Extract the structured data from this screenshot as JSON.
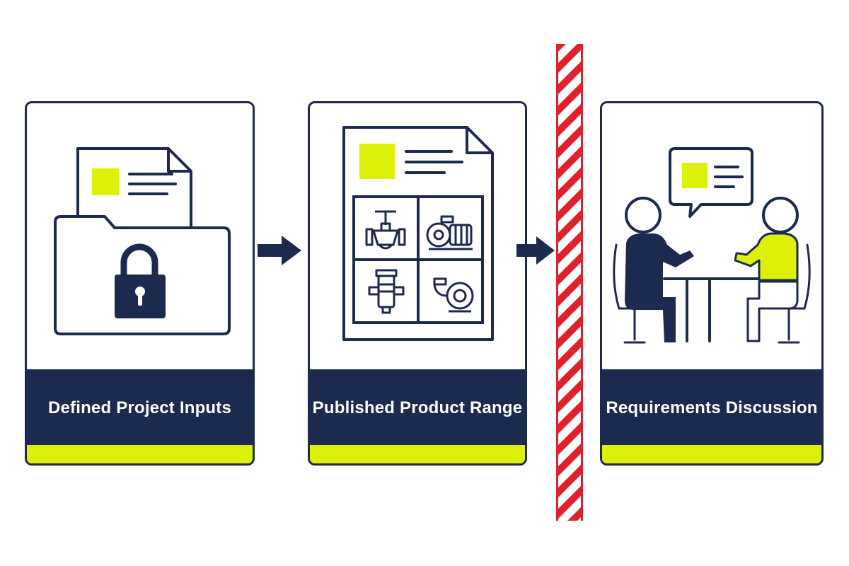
{
  "steps": [
    {
      "id": "inputs",
      "label": "Defined Project Inputs",
      "icon": "locked-folder-document-icon"
    },
    {
      "id": "range",
      "label": "Published Product Range",
      "icon": "product-catalog-icon"
    },
    {
      "id": "discussion",
      "label": "Requirements Discussion",
      "icon": "meeting-discussion-icon"
    }
  ],
  "colors": {
    "navy": "#1b2a4e",
    "accent": "#dcf00a",
    "barrier_red": "#e2202b",
    "background": "#ffffff"
  }
}
